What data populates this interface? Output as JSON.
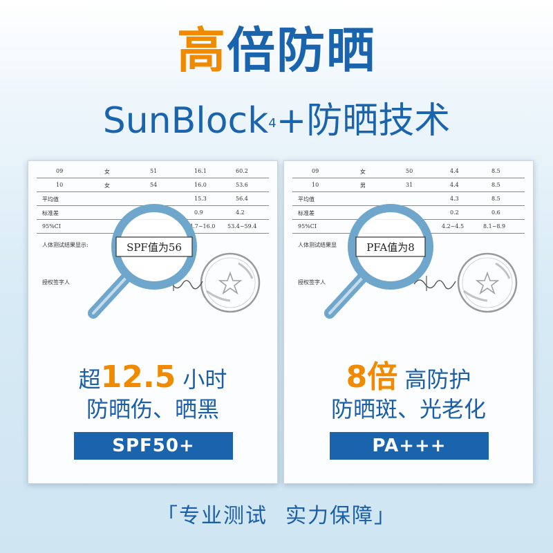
{
  "header": {
    "title_part1": "高",
    "title_part2": "倍防晒",
    "subtitle_brand": "SunBlock",
    "subtitle_sup": "4",
    "subtitle_rest": "+防晒技术"
  },
  "panels": [
    {
      "doc_rows": [
        [
          "09",
          "女",
          "51",
          "16.1",
          "60.2"
        ],
        [
          "10",
          "女",
          "54",
          "16.0",
          "53.6"
        ],
        [
          "平均值",
          "",
          "",
          "15.3",
          "56.4"
        ],
        [
          "标准差",
          "",
          "",
          "0.9",
          "4.2"
        ],
        [
          "95%CI",
          "",
          "",
          "14.7~16.0",
          "53.4~59.4"
        ]
      ],
      "doc_result": "人体测试结果显示:",
      "doc_sign": "授权签字人",
      "magnifier_label": "SPF值为56",
      "line1_prefix": "超",
      "line1_number": "12.5",
      "line1_suffix": "小时",
      "line2": "防晒伤、晒黑",
      "badge": "SPF50+"
    },
    {
      "doc_rows": [
        [
          "09",
          "女",
          "50",
          "4.4",
          "8.5"
        ],
        [
          "10",
          "男",
          "31",
          "4.4",
          "8.5"
        ],
        [
          "平均值",
          "",
          "",
          "4.3",
          "8.5"
        ],
        [
          "标准差",
          "",
          "",
          "0.2",
          "0.6"
        ],
        [
          "95%CI",
          "",
          "",
          "4.2~4.5",
          "8.1~8.9"
        ]
      ],
      "doc_result": "人体测试结果显",
      "doc_sign": "授权签字人",
      "magnifier_label": "PFA值为8",
      "line1_prefix": "",
      "line1_number": "8倍",
      "line1_suffix": "高防护",
      "line2": "防晒斑、光老化",
      "badge": "PA+++"
    }
  ],
  "footer": {
    "open_bracket": "「",
    "part1": "专业测试",
    "part2": "实力保障",
    "close_bracket": "」"
  },
  "colors": {
    "brand_blue": "#1a63ad",
    "accent_orange": "#f08a00",
    "magnifier_blue": "#6fa7cc"
  }
}
